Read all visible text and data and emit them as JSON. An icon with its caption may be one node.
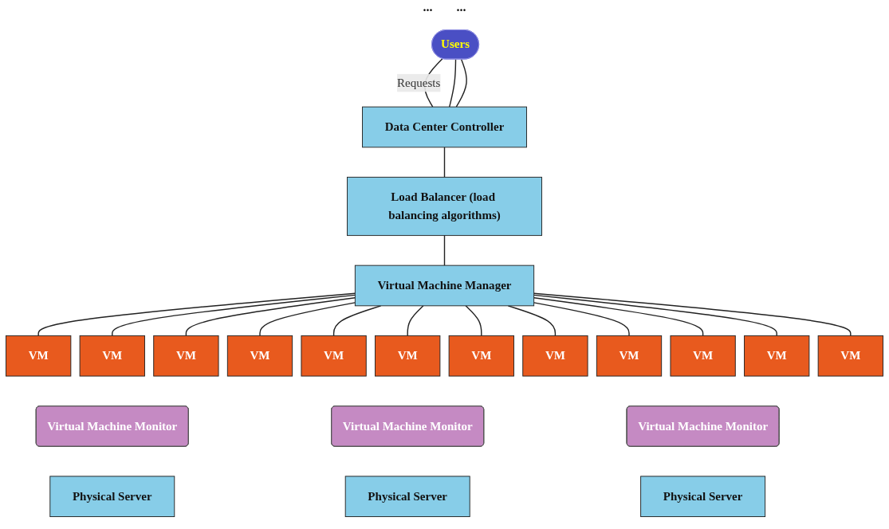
{
  "diagram": {
    "nodes": [
      {
        "text": [
          "Users"
        ]
      },
      {
        "text": [
          "Data Center Controller"
        ]
      },
      {
        "text": [
          "Load Balancer (load balancing algorithms)"
        ]
      },
      {
        "text": [
          "Virtual Machine Manager"
        ]
      },
      {
        "text": [
          "VM"
        ]
      },
      {
        "text": [
          "VM"
        ]
      },
      {
        "text": [
          "VM"
        ]
      },
      {
        "text": [
          "VM"
        ]
      },
      {
        "text": [
          "VM"
        ]
      },
      {
        "text": [
          "VM"
        ]
      },
      {
        "text": [
          "VM"
        ]
      },
      {
        "text": [
          "VM"
        ]
      },
      {
        "text": [
          "VM"
        ]
      },
      {
        "text": [
          "VM"
        ]
      },
      {
        "text": [
          "VM"
        ]
      },
      {
        "text": [
          "VM"
        ]
      },
      {
        "text": [
          "Virtual Machine Monitor"
        ]
      },
      {
        "text": [
          "Virtual Machine Monitor"
        ]
      },
      {
        "text": [
          "Virtual Machine Monitor"
        ]
      },
      {
        "text": [
          "Physical Server"
        ]
      },
      {
        "text": [
          "Physical Server"
        ]
      },
      {
        "text": [
          "Physical Server"
        ]
      }
    ],
    "edges": [
      {
        "from": 0,
        "to": 1,
        "arrow": "none",
        "label": "Requests"
      },
      {
        "from": 0,
        "to": 1,
        "arrow": "none"
      },
      {
        "from": 0,
        "to": 1,
        "arrow": "none"
      },
      {
        "from": 1,
        "to": 2,
        "arrow": "none"
      },
      {
        "from": 2,
        "to": 3,
        "arrow": "none"
      },
      {
        "from": 3,
        "to": 4,
        "arrow": "none"
      },
      {
        "from": 3,
        "to": 5,
        "arrow": "none"
      },
      {
        "from": 3,
        "to": 6,
        "arrow": "none"
      },
      {
        "from": 3,
        "to": 7,
        "arrow": "none"
      },
      {
        "from": 3,
        "to": 8,
        "arrow": "none"
      },
      {
        "from": 3,
        "to": 9,
        "arrow": "none"
      },
      {
        "from": 3,
        "to": 10,
        "arrow": "none"
      },
      {
        "from": 3,
        "to": 11,
        "arrow": "none"
      },
      {
        "from": 3,
        "to": 12,
        "arrow": "none"
      },
      {
        "from": 3,
        "to": 13,
        "arrow": "none"
      },
      {
        "from": 3,
        "to": 14,
        "arrow": "none"
      },
      {
        "from": 3,
        "to": 15,
        "arrow": "none"
      }
    ],
    "labels": [
      "...",
      "..."
    ]
  }
}
